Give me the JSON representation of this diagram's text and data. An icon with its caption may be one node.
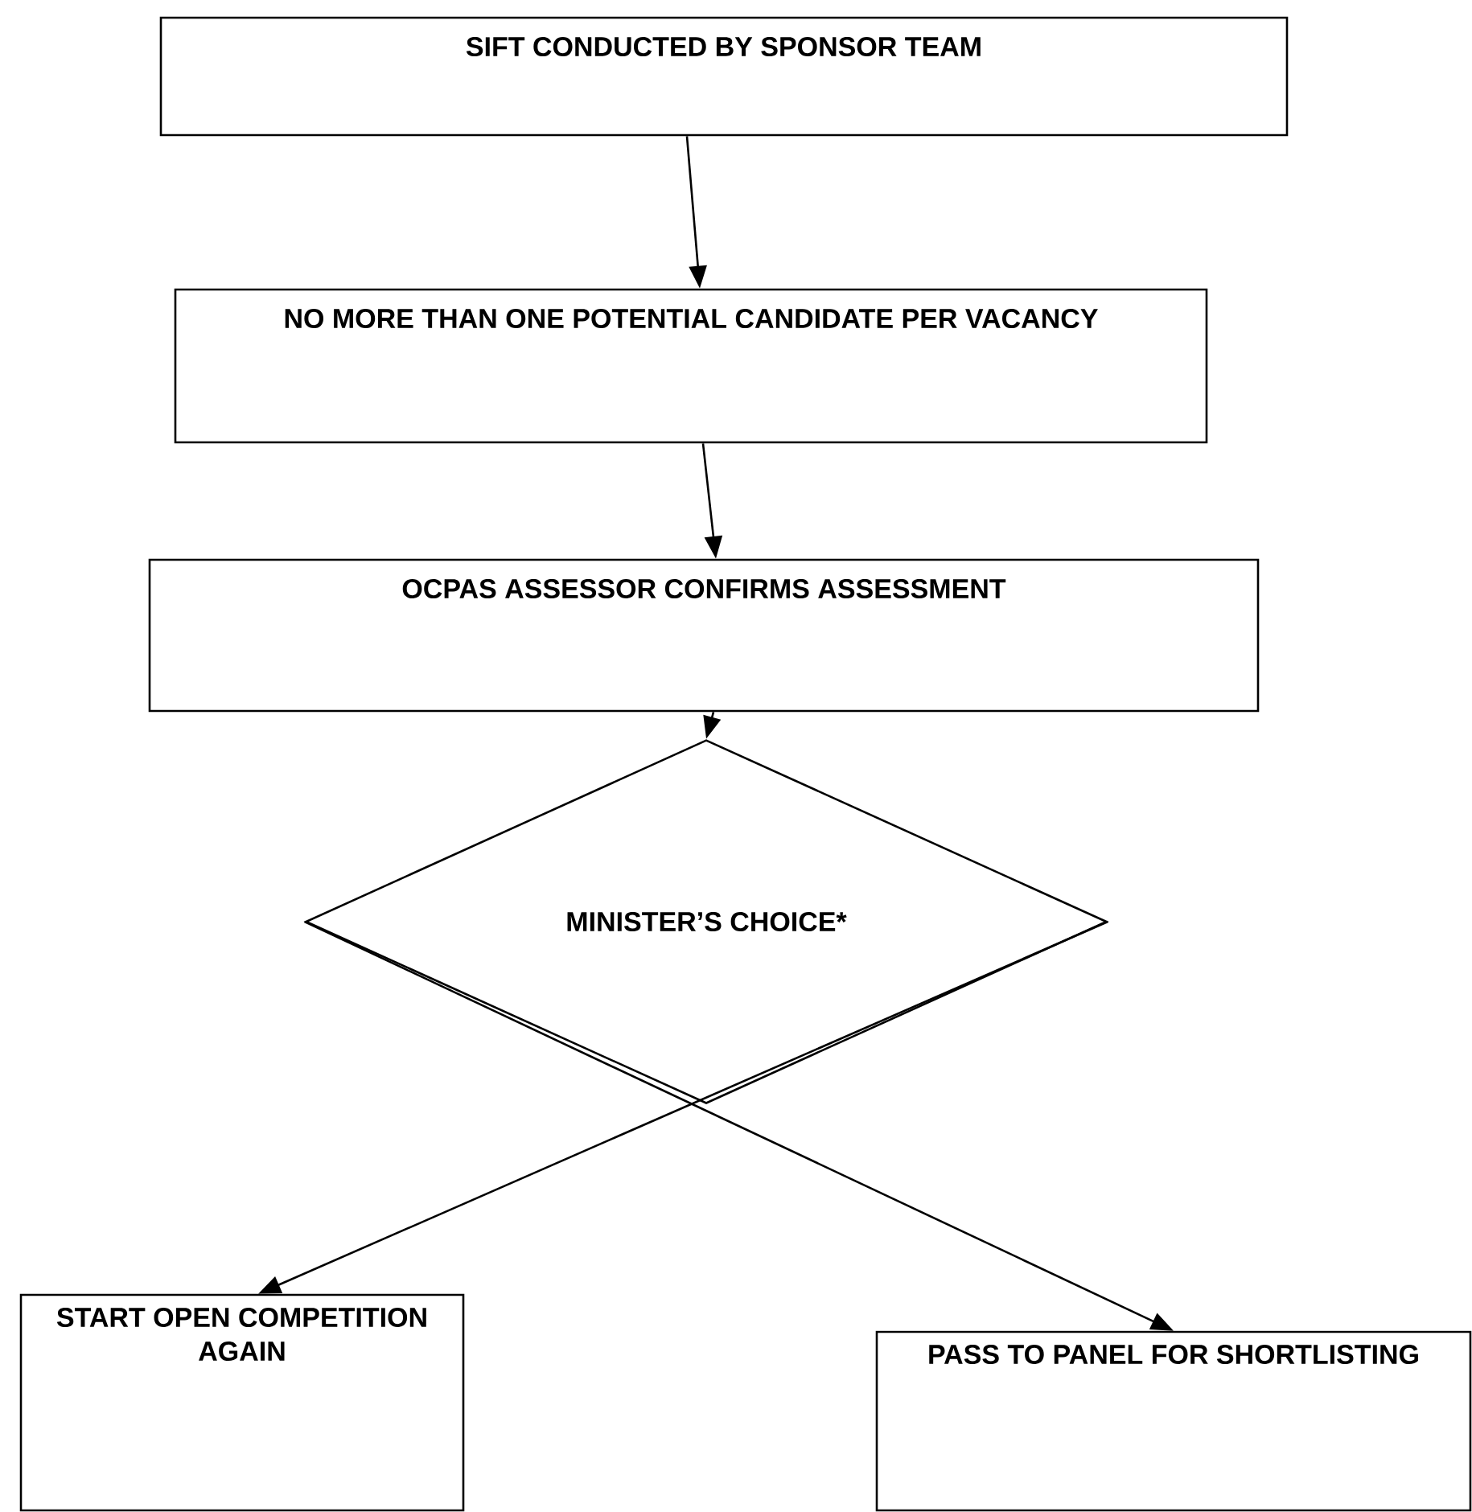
{
  "diagram": {
    "nodes": [
      {
        "text": [
          "SIFT CONDUCTED BY SPONSOR TEAM"
        ]
      },
      {
        "text": [
          "NO MORE THAN ONE POTENTIAL CANDIDATE PER VACANCY"
        ]
      },
      {
        "text": [
          "OCPAS ASSESSOR CONFIRMS ASSESSMENT"
        ]
      },
      {
        "text": [
          "MINISTER’S CHOICE*"
        ]
      },
      {
        "text": [
          "START OPEN COMPETITION AGAIN"
        ]
      },
      {
        "text": [
          "PASS TO PANEL FOR SHORTLISTING"
        ]
      }
    ],
    "edges": [
      {
        "from": 0,
        "to": 1,
        "arrow": "to"
      },
      {
        "from": 1,
        "to": 2,
        "arrow": "to"
      },
      {
        "from": 2,
        "to": 3,
        "arrow": "to"
      },
      {
        "from": 3,
        "to": 4,
        "arrow": "to"
      },
      {
        "from": 3,
        "to": 5,
        "arrow": "to"
      }
    ]
  }
}
